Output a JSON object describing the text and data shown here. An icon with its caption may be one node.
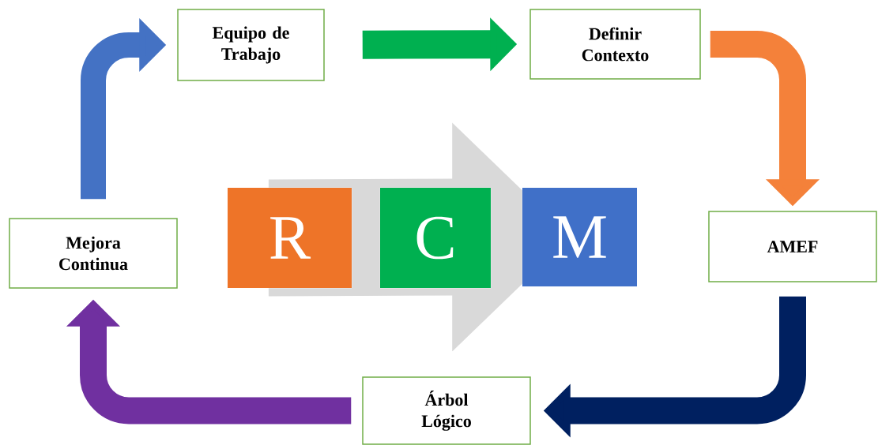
{
  "diagram": {
    "nodes": [
      {
        "text": [
          "Equipo de Trabajo"
        ]
      },
      {
        "text": [
          "Definir Contexto"
        ]
      },
      {
        "text": [
          "AMEF"
        ]
      },
      {
        "text": [
          "Árbol Lógico"
        ]
      },
      {
        "text": [
          "Mejora Continua"
        ]
      },
      {
        "text": [
          "R"
        ]
      },
      {
        "text": [
          "C"
        ]
      },
      {
        "text": [
          "M"
        ]
      }
    ],
    "edges": [
      {
        "from": 0,
        "to": 1,
        "arrow": "to",
        "color": "#00b050"
      },
      {
        "from": 1,
        "to": 2,
        "arrow": "to",
        "color": "#f4813a"
      },
      {
        "from": 2,
        "to": 3,
        "arrow": "to",
        "color": "#002060"
      },
      {
        "from": 3,
        "to": 4,
        "arrow": "to",
        "color": "#7030a0"
      },
      {
        "from": 4,
        "to": 0,
        "arrow": "to",
        "color": "#4472c4"
      },
      {
        "from": 5,
        "to": 7,
        "arrow": "to",
        "style": "thick",
        "color": "#d9d9d9"
      }
    ]
  }
}
